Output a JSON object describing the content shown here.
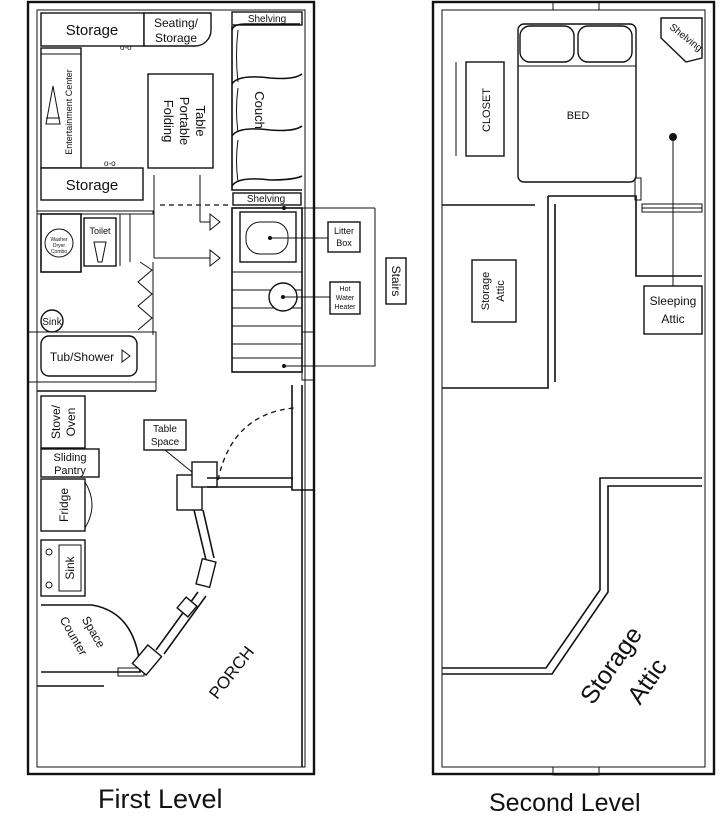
{
  "first_level": {
    "caption": "First Level",
    "rooms": {
      "storage_top": "Storage",
      "seating_storage": [
        "Seating/",
        "Storage"
      ],
      "shelving_top": "Shelving",
      "entertainment_center": "Entertainment Center",
      "folding_table": [
        "Folding",
        "Portable",
        "Table"
      ],
      "couch": "Couch",
      "storage_bottom": "Storage",
      "shelving_mid": "Shelving",
      "toilet": "Toilet",
      "washer_dryer": [
        "Washer",
        "Dryer",
        "Combo"
      ],
      "litter_box": [
        "Litter",
        "Box"
      ],
      "hot_water_heater": [
        "Hot",
        "Water",
        "Heater"
      ],
      "stairs": "Stairs",
      "sink_bath": "Sink",
      "tub_shower": "Tub/Shower",
      "stove_oven": [
        "Stove/",
        "Oven"
      ],
      "table_space": [
        "Table",
        "Space"
      ],
      "sliding_pantry": [
        "Sliding",
        "Pantry"
      ],
      "fridge": "Fridge",
      "sink_kitchen": "Sink",
      "counter_space": [
        "Counter",
        "Space"
      ],
      "porch": "PORCH"
    }
  },
  "second_level": {
    "caption": "Second Level",
    "rooms": {
      "shelving": "Shelving",
      "closet": "CLOSET",
      "bed": "BED",
      "storage_attic_small": [
        "Storage",
        "Attic"
      ],
      "sleeping_attic": [
        "Sleeping",
        "Attic"
      ],
      "storage_attic_large": [
        "Storage",
        "Attic"
      ]
    }
  }
}
